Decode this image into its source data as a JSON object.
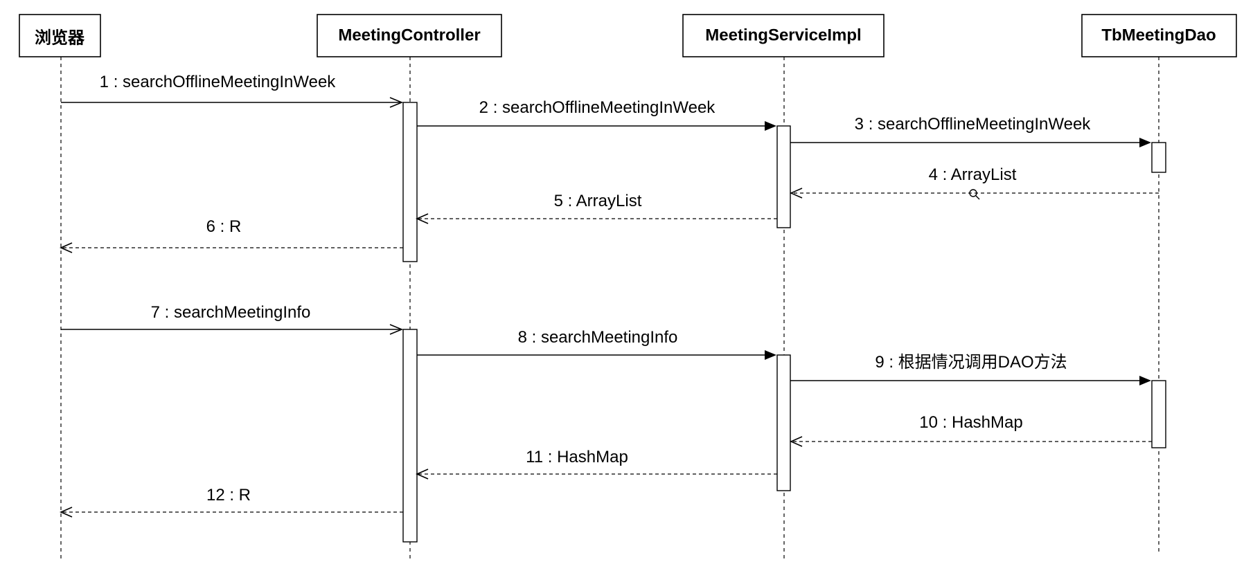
{
  "participants": [
    {
      "id": "browser",
      "label": "浏览器"
    },
    {
      "id": "controller",
      "label": "MeetingController"
    },
    {
      "id": "service",
      "label": "MeetingServiceImpl"
    },
    {
      "id": "dao",
      "label": "TbMeetingDao"
    }
  ],
  "messages": [
    {
      "seq": 1,
      "label": "1 : searchOfflineMeetingInWeek",
      "from": "browser",
      "to": "controller",
      "kind": "call"
    },
    {
      "seq": 2,
      "label": "2 : searchOfflineMeetingInWeek",
      "from": "controller",
      "to": "service",
      "kind": "sync"
    },
    {
      "seq": 3,
      "label": "3 : searchOfflineMeetingInWeek",
      "from": "service",
      "to": "dao",
      "kind": "sync"
    },
    {
      "seq": 4,
      "label": "4 : ArrayList",
      "from": "dao",
      "to": "service",
      "kind": "reply"
    },
    {
      "seq": 5,
      "label": "5 : ArrayList",
      "from": "service",
      "to": "controller",
      "kind": "reply"
    },
    {
      "seq": 6,
      "label": "6 : R",
      "from": "controller",
      "to": "browser",
      "kind": "reply"
    },
    {
      "seq": 7,
      "label": "7 : searchMeetingInfo",
      "from": "browser",
      "to": "controller",
      "kind": "call"
    },
    {
      "seq": 8,
      "label": "8 : searchMeetingInfo",
      "from": "controller",
      "to": "service",
      "kind": "sync"
    },
    {
      "seq": 9,
      "label": "9 : 根据情况调用DAO方法",
      "from": "service",
      "to": "dao",
      "kind": "sync"
    },
    {
      "seq": 10,
      "label": "10 : HashMap",
      "from": "dao",
      "to": "service",
      "kind": "reply"
    },
    {
      "seq": 11,
      "label": "11 : HashMap",
      "from": "service",
      "to": "controller",
      "kind": "reply"
    },
    {
      "seq": 12,
      "label": "12 : R",
      "from": "controller",
      "to": "browser",
      "kind": "reply"
    }
  ],
  "activations": [
    {
      "participant": "controller",
      "from_seq": 1,
      "to_seq": 6
    },
    {
      "participant": "service",
      "from_seq": 2,
      "to_seq": 5
    },
    {
      "participant": "dao",
      "from_seq": 3,
      "to_seq": 4
    },
    {
      "participant": "controller",
      "from_seq": 7,
      "to_seq": 12
    },
    {
      "participant": "service",
      "from_seq": 8,
      "to_seq": 11
    },
    {
      "participant": "dao",
      "from_seq": 9,
      "to_seq": 10
    }
  ],
  "icons": {
    "cursor": "zoom-cursor-icon"
  }
}
